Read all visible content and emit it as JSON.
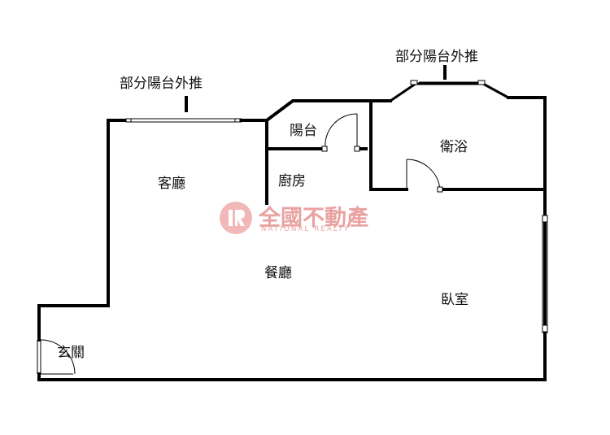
{
  "floorplan": {
    "rooms": {
      "living_room": "客廳",
      "balcony": "陽台",
      "kitchen": "廚房",
      "bathroom": "衛浴",
      "dining_room": "餐廳",
      "bedroom": "臥室",
      "entrance": "玄關"
    },
    "notes": {
      "balcony_extension_left": "部分陽台外推",
      "balcony_extension_right": "部分陽台外推"
    },
    "colors": {
      "wall": "#000000",
      "logo": "#e9a2a2"
    }
  },
  "watermark": {
    "title": "全國不動產",
    "subtitle": "NATIONAL REALTY"
  }
}
